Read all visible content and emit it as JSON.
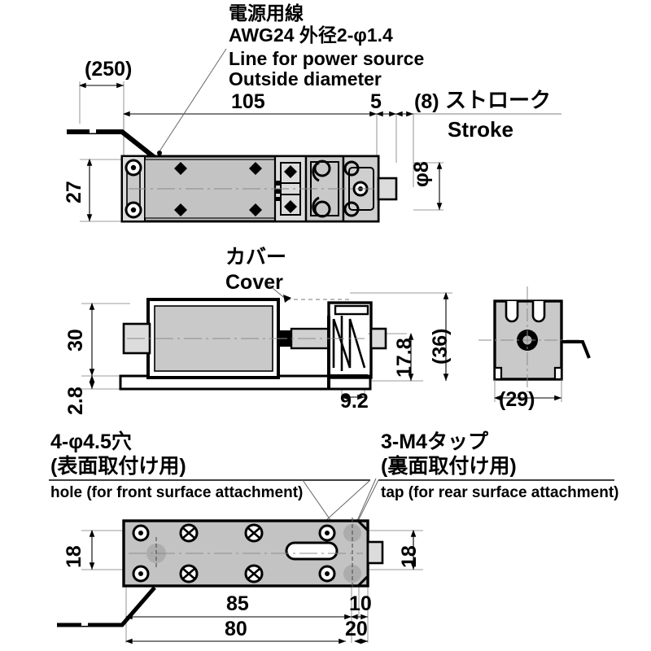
{
  "document": {
    "kind": "technical-dimension-drawing",
    "subject": "push-pull frame solenoid",
    "units": "mm"
  },
  "annotations": {
    "power_line": {
      "jp_line1": "電源用線",
      "jp_line2": "AWG24 外径2-φ1.4",
      "en_line1": "Line for power source",
      "en_line2": "Outside diameter"
    },
    "cover": {
      "jp": "カバー",
      "en": "Cover"
    },
    "front_holes": {
      "jp_line1": "4-φ4.5穴",
      "jp_line2": "(表面取付け用)",
      "en": "hole (for front surface attachment)"
    },
    "rear_taps": {
      "jp_line1": "3-M4タップ",
      "jp_line2": "(裏面取付け用)",
      "en": "tap (for rear surface attachment)"
    },
    "stroke": {
      "jp": "ストローク",
      "en": "Stroke",
      "value": "(8)"
    }
  },
  "dimensions": {
    "top_view": {
      "lead_length": "(250)",
      "body_length": "105",
      "gap": "5",
      "height": "27",
      "plunger_dia": "φ8"
    },
    "side_view": {
      "body_height": "30",
      "base_thickness": "2.8",
      "axis_height": "17.8",
      "overall_height": "(36)",
      "bracket": "9.2"
    },
    "end_view": {
      "width": "(29)"
    },
    "bottom_view": {
      "hole_pitch_left": "18",
      "hole_pitch_right": "18",
      "length_85": "85",
      "length_10": "10",
      "length_80": "80",
      "length_20": "20"
    }
  },
  "colors": {
    "line": "#000000",
    "fill_body": "#c9c9c9",
    "fill_light": "#dcdcdc",
    "thin": "#6a6a6a",
    "background": "#ffffff"
  }
}
